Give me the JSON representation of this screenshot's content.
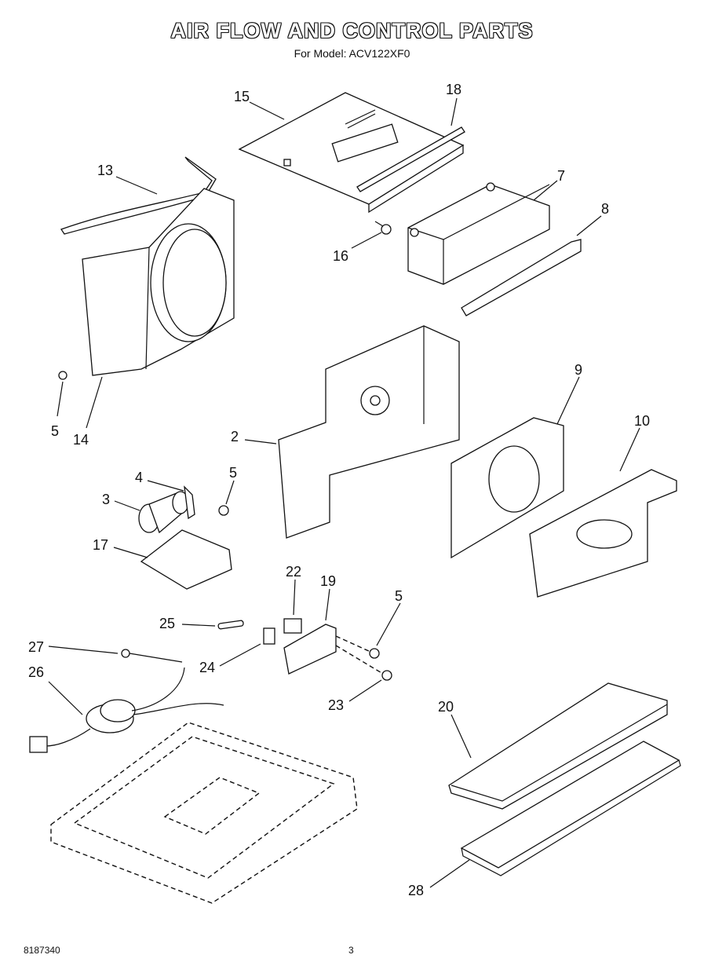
{
  "page": {
    "title": "AIR FLOW AND CONTROL PARTS",
    "subtitle": "For Model: ACV122XF0",
    "doc_number": "8187340",
    "page_number": "3"
  },
  "callouts": [
    {
      "id": "c15",
      "label": "15"
    },
    {
      "id": "c18",
      "label": "18"
    },
    {
      "id": "c13",
      "label": "13"
    },
    {
      "id": "c7",
      "label": "7"
    },
    {
      "id": "c8",
      "label": "8"
    },
    {
      "id": "c16",
      "label": "16"
    },
    {
      "id": "c5a",
      "label": "5"
    },
    {
      "id": "c14",
      "label": "14"
    },
    {
      "id": "c9",
      "label": "9"
    },
    {
      "id": "c10",
      "label": "10"
    },
    {
      "id": "c2",
      "label": "2"
    },
    {
      "id": "c4",
      "label": "4"
    },
    {
      "id": "c5b",
      "label": "5"
    },
    {
      "id": "c3",
      "label": "3"
    },
    {
      "id": "c17",
      "label": "17"
    },
    {
      "id": "c22",
      "label": "22"
    },
    {
      "id": "c19",
      "label": "19"
    },
    {
      "id": "c5c",
      "label": "5"
    },
    {
      "id": "c25",
      "label": "25"
    },
    {
      "id": "c27",
      "label": "27"
    },
    {
      "id": "c24",
      "label": "24"
    },
    {
      "id": "c26",
      "label": "26"
    },
    {
      "id": "c23",
      "label": "23"
    },
    {
      "id": "c20",
      "label": "20"
    },
    {
      "id": "c28",
      "label": "28"
    }
  ]
}
